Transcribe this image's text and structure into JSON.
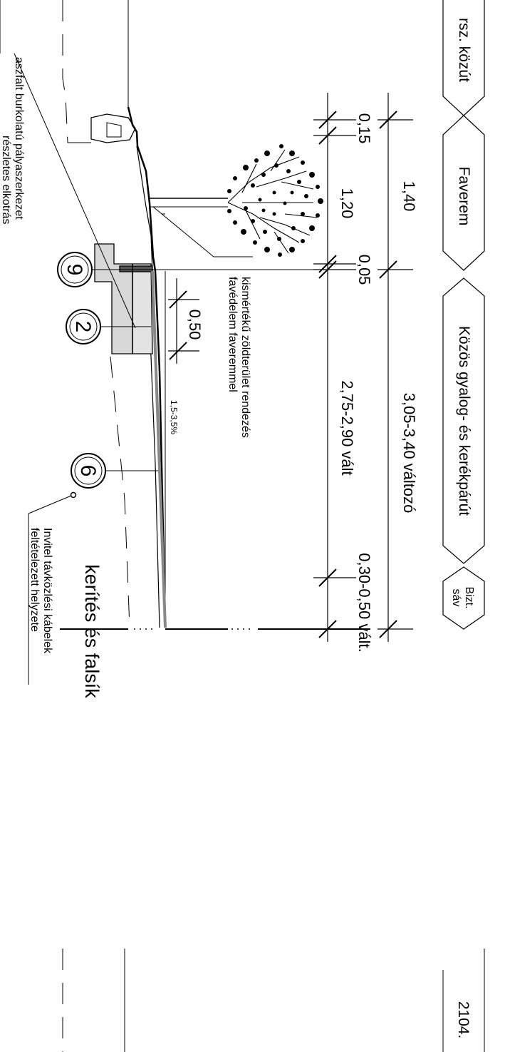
{
  "strip": {
    "lane_road": "rsz. közút",
    "lane_faverem": "Faverem",
    "lane_path": "Közös gyalog- és kerékpárút",
    "lane_safety_1": "Bizt.",
    "lane_safety_2": "sáv"
  },
  "dimensions": {
    "d_015": "0,15",
    "d_140": "1,40",
    "d_120": "1,20",
    "d_005": "0,05",
    "d_total": "3,05-3,40 változó",
    "d_width": "2,75-2,90 vált",
    "d_safety": "0,30-0,50 vált.",
    "d_050": "0,50",
    "slope": "1,5-3,5%"
  },
  "notes": {
    "green_1": "kismértékű zöldterület rendezés",
    "green_2": "favédelem faveremmel",
    "asphalt_1": "aszfalt burkolatú pályaszerkezet",
    "asphalt_2": "részletes elkotrás",
    "cable_1": "Invitel távközlési kábelek",
    "cable_2": "feltételezett helyzete",
    "fence": "kerítés és falsík"
  },
  "markers": {
    "m9": "9",
    "m2": "2",
    "m6": "6"
  },
  "sheet": {
    "number": "2104."
  }
}
